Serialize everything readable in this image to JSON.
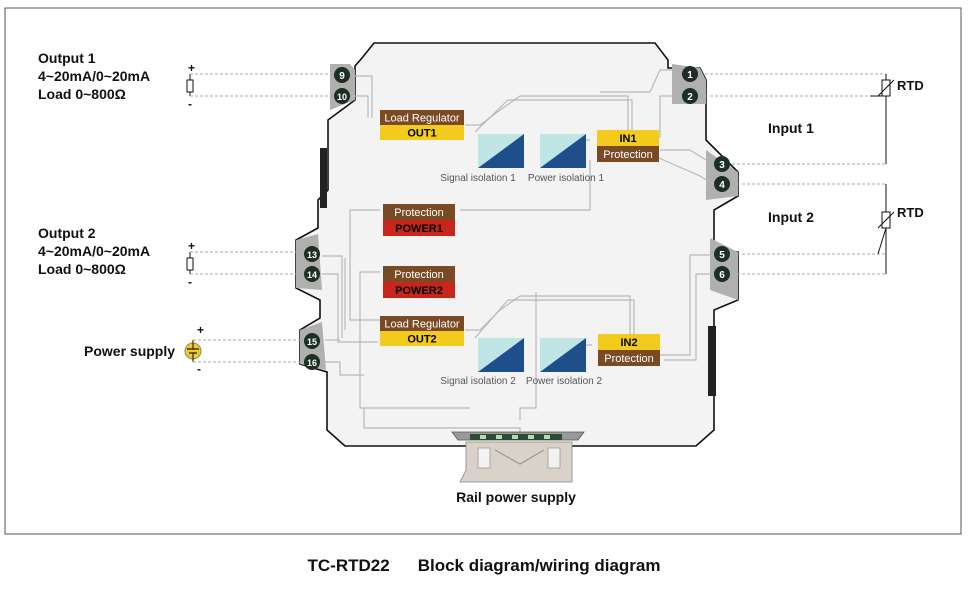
{
  "outputs": {
    "output1": {
      "title": "Output 1",
      "range": "4~20mA/0~20mA",
      "load": "Load 0~800Ω",
      "plus": "+",
      "minus": "-"
    },
    "output2": {
      "title": "Output 2",
      "range": "4~20mA/0~20mA",
      "load": "Load 0~800Ω",
      "plus": "+",
      "minus": "-"
    }
  },
  "power": {
    "label": "Power supply",
    "plus": "+",
    "minus": "-"
  },
  "inputs": {
    "input1": "Input 1",
    "input2": "Input 2",
    "rtd1": "RTD",
    "rtd2": "RTD"
  },
  "terminals": {
    "t1": "1",
    "t2": "2",
    "t3": "3",
    "t4": "4",
    "t5": "5",
    "t6": "6",
    "t9": "9",
    "t10": "10",
    "t13": "13",
    "t14": "14",
    "t15": "15",
    "t16": "16"
  },
  "blocks": {
    "load_regulator": "Load Regulator",
    "out1": "OUT1",
    "out2": "OUT2",
    "in1": "IN1",
    "in2": "IN2",
    "protection": "Protection",
    "power1": "POWER1",
    "power2": "POWER2",
    "signal_isolation_1": "Signal isolation 1",
    "power_isolation_1": "Power isolation 1",
    "signal_isolation_2": "Signal isolation 2",
    "power_isolation_2": "Power isolation 2"
  },
  "rail_label": "Rail power supply",
  "caption": {
    "model": "TC-RTD22",
    "title": "Block diagram/wiring diagram"
  },
  "colors": {
    "brown": "#7a4a24",
    "yellow": "#f2cb1d",
    "red": "#c8261b",
    "navy": "#1f4f8a",
    "teal": "#bfe5e5",
    "housing": "#f2f2f2",
    "green": "#2e4a36"
  }
}
